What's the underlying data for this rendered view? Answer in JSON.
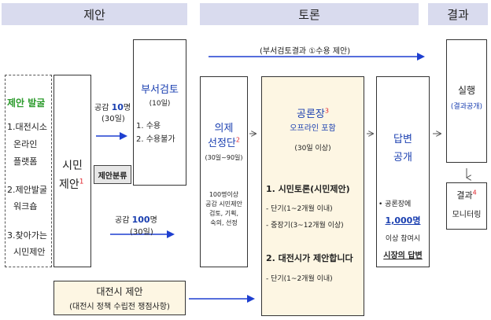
{
  "headers": {
    "proposal": "제안",
    "debate": "토론",
    "result": "결과"
  },
  "discovery": {
    "title": "제안 발굴",
    "item1_line1": "1.대전시소",
    "item1_line2": "온라인",
    "item1_line3": "플랫폼",
    "item2_line1": "2.제안발굴",
    "item2_line2": "워크숍",
    "item3_line1": "3.찾아가는",
    "item3_line2": "시민제안"
  },
  "citizen": {
    "line1": "시민",
    "line2": "제안",
    "sup": "1",
    "classify_label": "제안분류"
  },
  "empathy_top": {
    "label": "공감 10명",
    "prefix": "공감 ",
    "number": "10",
    "suffix": "명",
    "period": "(30일)"
  },
  "empathy_bottom": {
    "prefix": "공감 ",
    "number": "100",
    "suffix": "명",
    "period": "(30일)"
  },
  "dept_review": {
    "title": "부서검토",
    "period": "(10일)",
    "opt1": "1.  수용",
    "opt2": "2.  수용불가"
  },
  "agenda": {
    "line1": "의제",
    "line2": "선정단",
    "sup": "2",
    "period": "(30일~90일)",
    "desc1": "100명이상",
    "desc2": "공감 시민제안",
    "desc3": "검토, 기획,",
    "desc4": "숙의, 선정"
  },
  "top_arrow_label": "(부서검토결과  ①수용 제안)",
  "forum": {
    "title": "공론장",
    "sup": "3",
    "subtitle": "오프라인 포함",
    "period": "(30일 이상)",
    "s1_title": "1.  시민토론(시민제안)",
    "s1_a": "-  단기(1~2개월 이내)",
    "s1_b": "-  중장기(3~12개월 이상)",
    "s2_title": "2.  대전시가 제안합니다",
    "s2_a": "-  단기(1~2개월 이내)"
  },
  "answer": {
    "line1": "답변",
    "line2": "공개",
    "note1": "• 공론장에",
    "note2": "1,000명",
    "note3": "이상 참여시",
    "note4": "시장의 답변"
  },
  "execute": {
    "title": "실행",
    "sub": "(결과공개)"
  },
  "monitor": {
    "line1": "결과",
    "sup": "4",
    "line2": "모니터링"
  },
  "daejeon_proposal": {
    "title": "대전시  제안",
    "sub": "(대전시 정책 수립전 쟁점사항)"
  },
  "colors": {
    "header_bg": "#d9dbee",
    "forum_bg": "#fdf6e3",
    "arrow": "#1e3fd0",
    "accent_blue": "#1a3fb0",
    "accent_red": "#e0262e",
    "accent_green": "#2c9b2c"
  }
}
